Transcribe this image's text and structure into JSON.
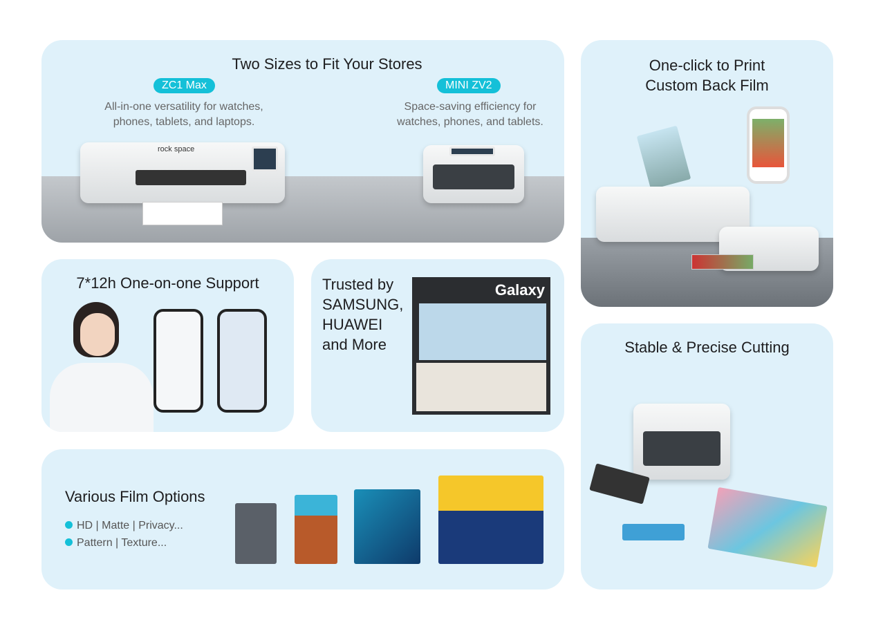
{
  "sizes": {
    "title": "Two Sizes to Fit Your Stores",
    "models": [
      {
        "name": "ZC1 Max",
        "description_line1": "All-in-one versatility for watches,",
        "description_line2": "phones, tablets, and laptops."
      },
      {
        "name": "MINI ZV2",
        "description_line1": "Space-saving efficiency for",
        "description_line2": "watches, phones, and tablets."
      }
    ],
    "brand_logo": "rock space"
  },
  "print": {
    "title_line1": "One-click to Print",
    "title_line2": "Custom Back Film"
  },
  "support": {
    "title": "7*12h One-on-one Support"
  },
  "trusted": {
    "title_line1": "Trusted by",
    "title_line2": "SAMSUNG,",
    "title_line3": "HUAWEI",
    "title_line4": "and More",
    "display_brand": "Galaxy"
  },
  "cutting": {
    "title": "Stable & Precise Cutting"
  },
  "films": {
    "title": "Various Film Options",
    "bullets": [
      "HD | Matte | Privacy...",
      "Pattern | Texture..."
    ]
  },
  "colors": {
    "accent": "#14c0d8",
    "card_bg": "#dff1fa"
  }
}
